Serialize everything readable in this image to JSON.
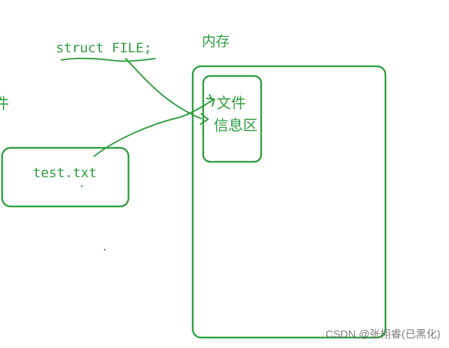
{
  "diagram": {
    "code_label": "struct FILE;",
    "memory_label": "内存",
    "file_box_label": "test.txt",
    "info_area_line1": "文件",
    "info_area_line2": "信息区",
    "partial_left_label": "件"
  },
  "watermark": {
    "text": "CSDN @张栩睿(已黑化)"
  },
  "colors": {
    "ink": "#2e9e3e",
    "watermark": "#6e6e6e",
    "background": "#ffffff"
  }
}
